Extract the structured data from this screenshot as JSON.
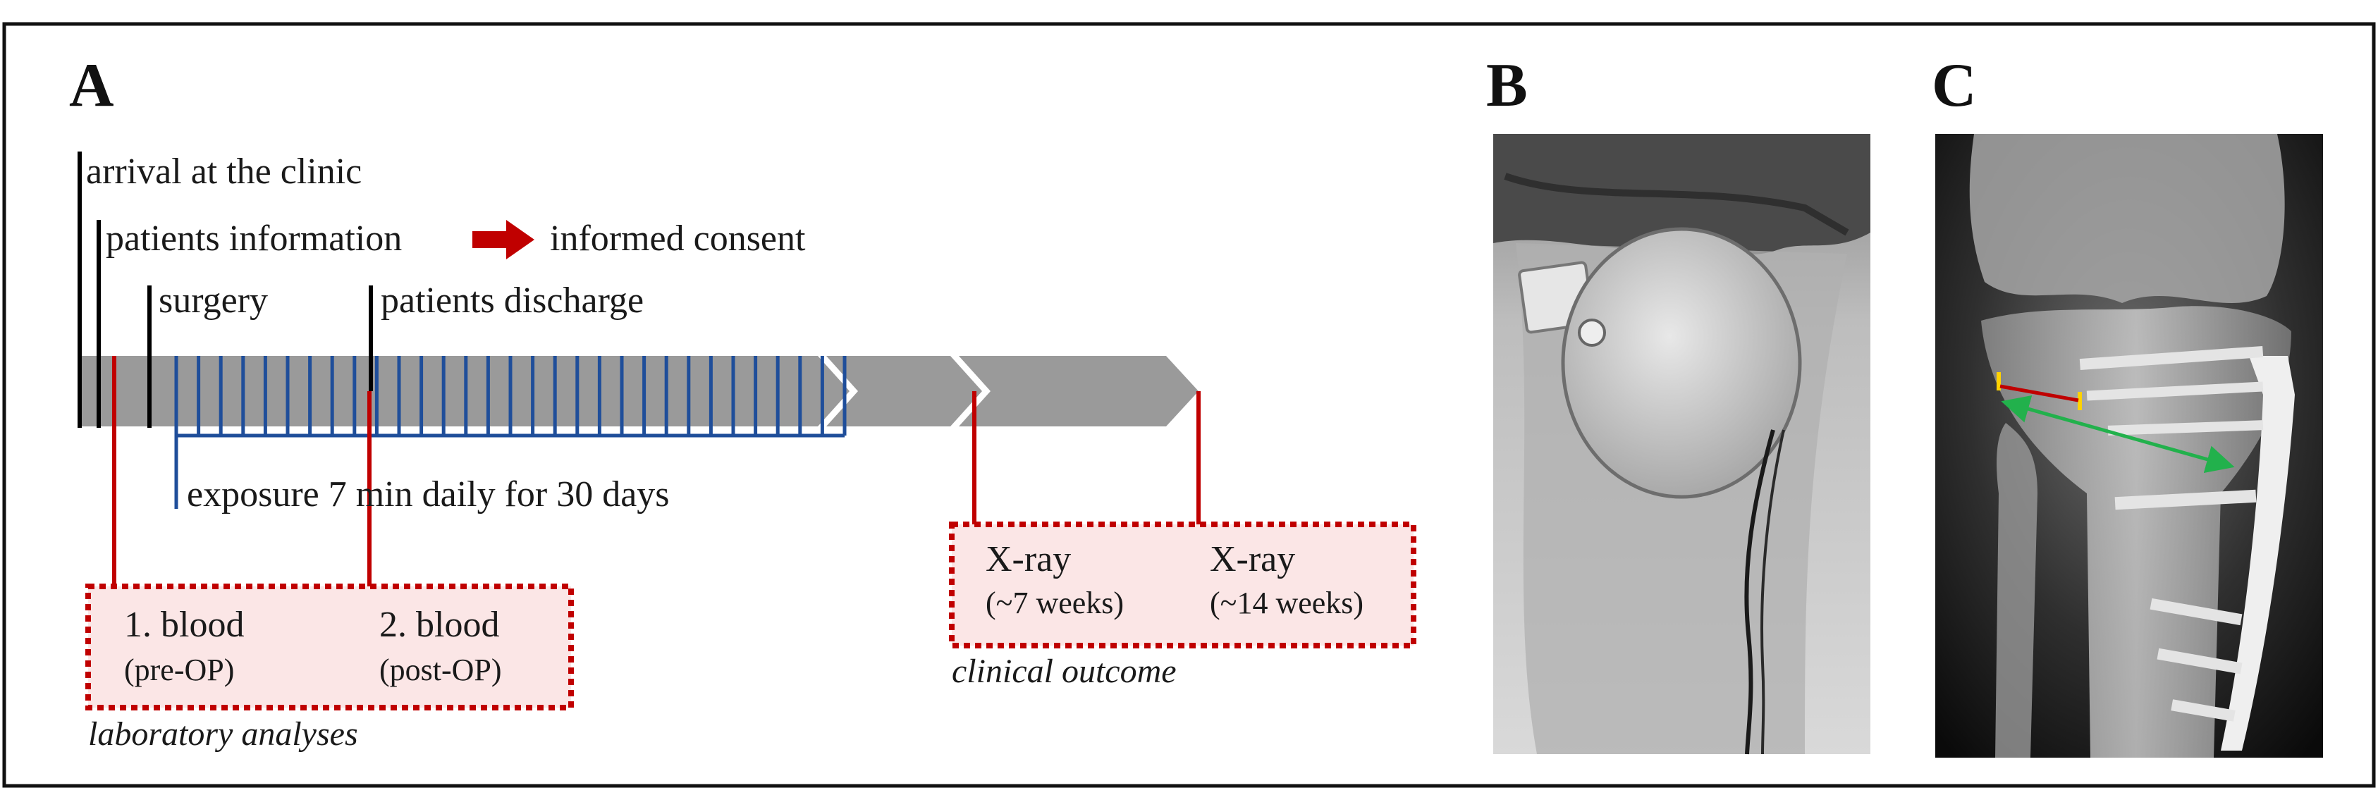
{
  "panels": {
    "a": "A",
    "b": "B",
    "c": "C"
  },
  "timeline": {
    "arrival": "arrival at the clinic",
    "patients_information": "patients information",
    "informed_consent": "informed consent",
    "surgery": "surgery",
    "discharge": "patients discharge",
    "exposure": "exposure 7 min daily for 30 days"
  },
  "laboratory": {
    "blood1": "1. blood",
    "blood1_sub": "(pre-OP)",
    "blood2": "2. blood",
    "blood2_sub": "(post-OP)",
    "caption": "laboratory analyses"
  },
  "clinical": {
    "xray1": "X-ray",
    "xray1_sub": "(~7 weeks)",
    "xray2": "X-ray",
    "xray2_sub": "(~14 weeks)",
    "caption": "clinical outcome"
  },
  "colors": {
    "timeline_gray": "#9a9a9a",
    "exposure_blue": "#1f4e9a",
    "accent_red": "#c00000",
    "box_fill": "#fbe6e6",
    "marker_yellow": "#ffd200",
    "marker_green": "#22b14c"
  }
}
